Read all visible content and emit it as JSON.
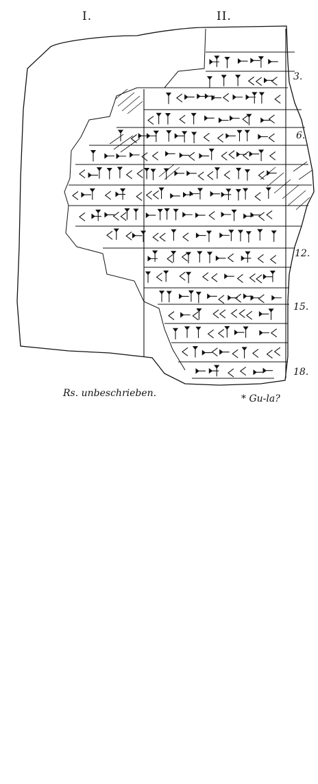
{
  "colors": {
    "ink": "#111111",
    "paper": "#ffffff"
  },
  "column_labels": [
    "I.",
    "II."
  ],
  "line_numbers": [
    "3.",
    "6.",
    "12.",
    "15.",
    "18."
  ],
  "captions": {
    "left": "Rs. unbeschrieben.",
    "right": "* Gu-la?"
  }
}
